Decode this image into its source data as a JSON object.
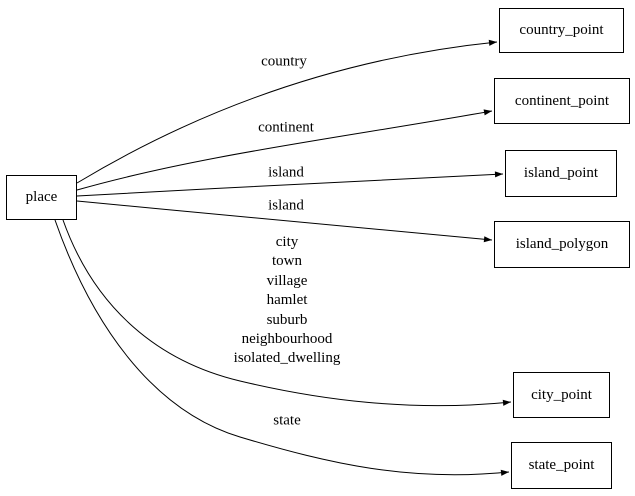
{
  "diagram": {
    "type": "directed-graph",
    "background_color": "#ffffff",
    "line_color": "#000000",
    "node_fill_color": "#ffffff",
    "text_color": "#000000",
    "nodes": [
      {
        "id": "place",
        "label": "place",
        "shape": "box"
      },
      {
        "id": "country_point",
        "label": "country_point",
        "shape": "box"
      },
      {
        "id": "continent_point",
        "label": "continent_point",
        "shape": "box"
      },
      {
        "id": "island_point",
        "label": "island_point",
        "shape": "box"
      },
      {
        "id": "island_polygon",
        "label": "island_polygon",
        "shape": "box"
      },
      {
        "id": "city_point",
        "label": "city_point",
        "shape": "box"
      },
      {
        "id": "state_point",
        "label": "state_point",
        "shape": "box"
      }
    ],
    "edges": [
      {
        "from": "place",
        "to": "country_point",
        "label": "country"
      },
      {
        "from": "place",
        "to": "continent_point",
        "label": "continent"
      },
      {
        "from": "place",
        "to": "island_point",
        "label": "island"
      },
      {
        "from": "place",
        "to": "island_polygon",
        "label": "island"
      },
      {
        "from": "place",
        "to": "city_point",
        "label_lines": [
          "city",
          "town",
          "village",
          "hamlet",
          "suburb",
          "neighbourhood",
          "isolated_dwelling"
        ]
      },
      {
        "from": "place",
        "to": "state_point",
        "label": "state"
      }
    ]
  }
}
